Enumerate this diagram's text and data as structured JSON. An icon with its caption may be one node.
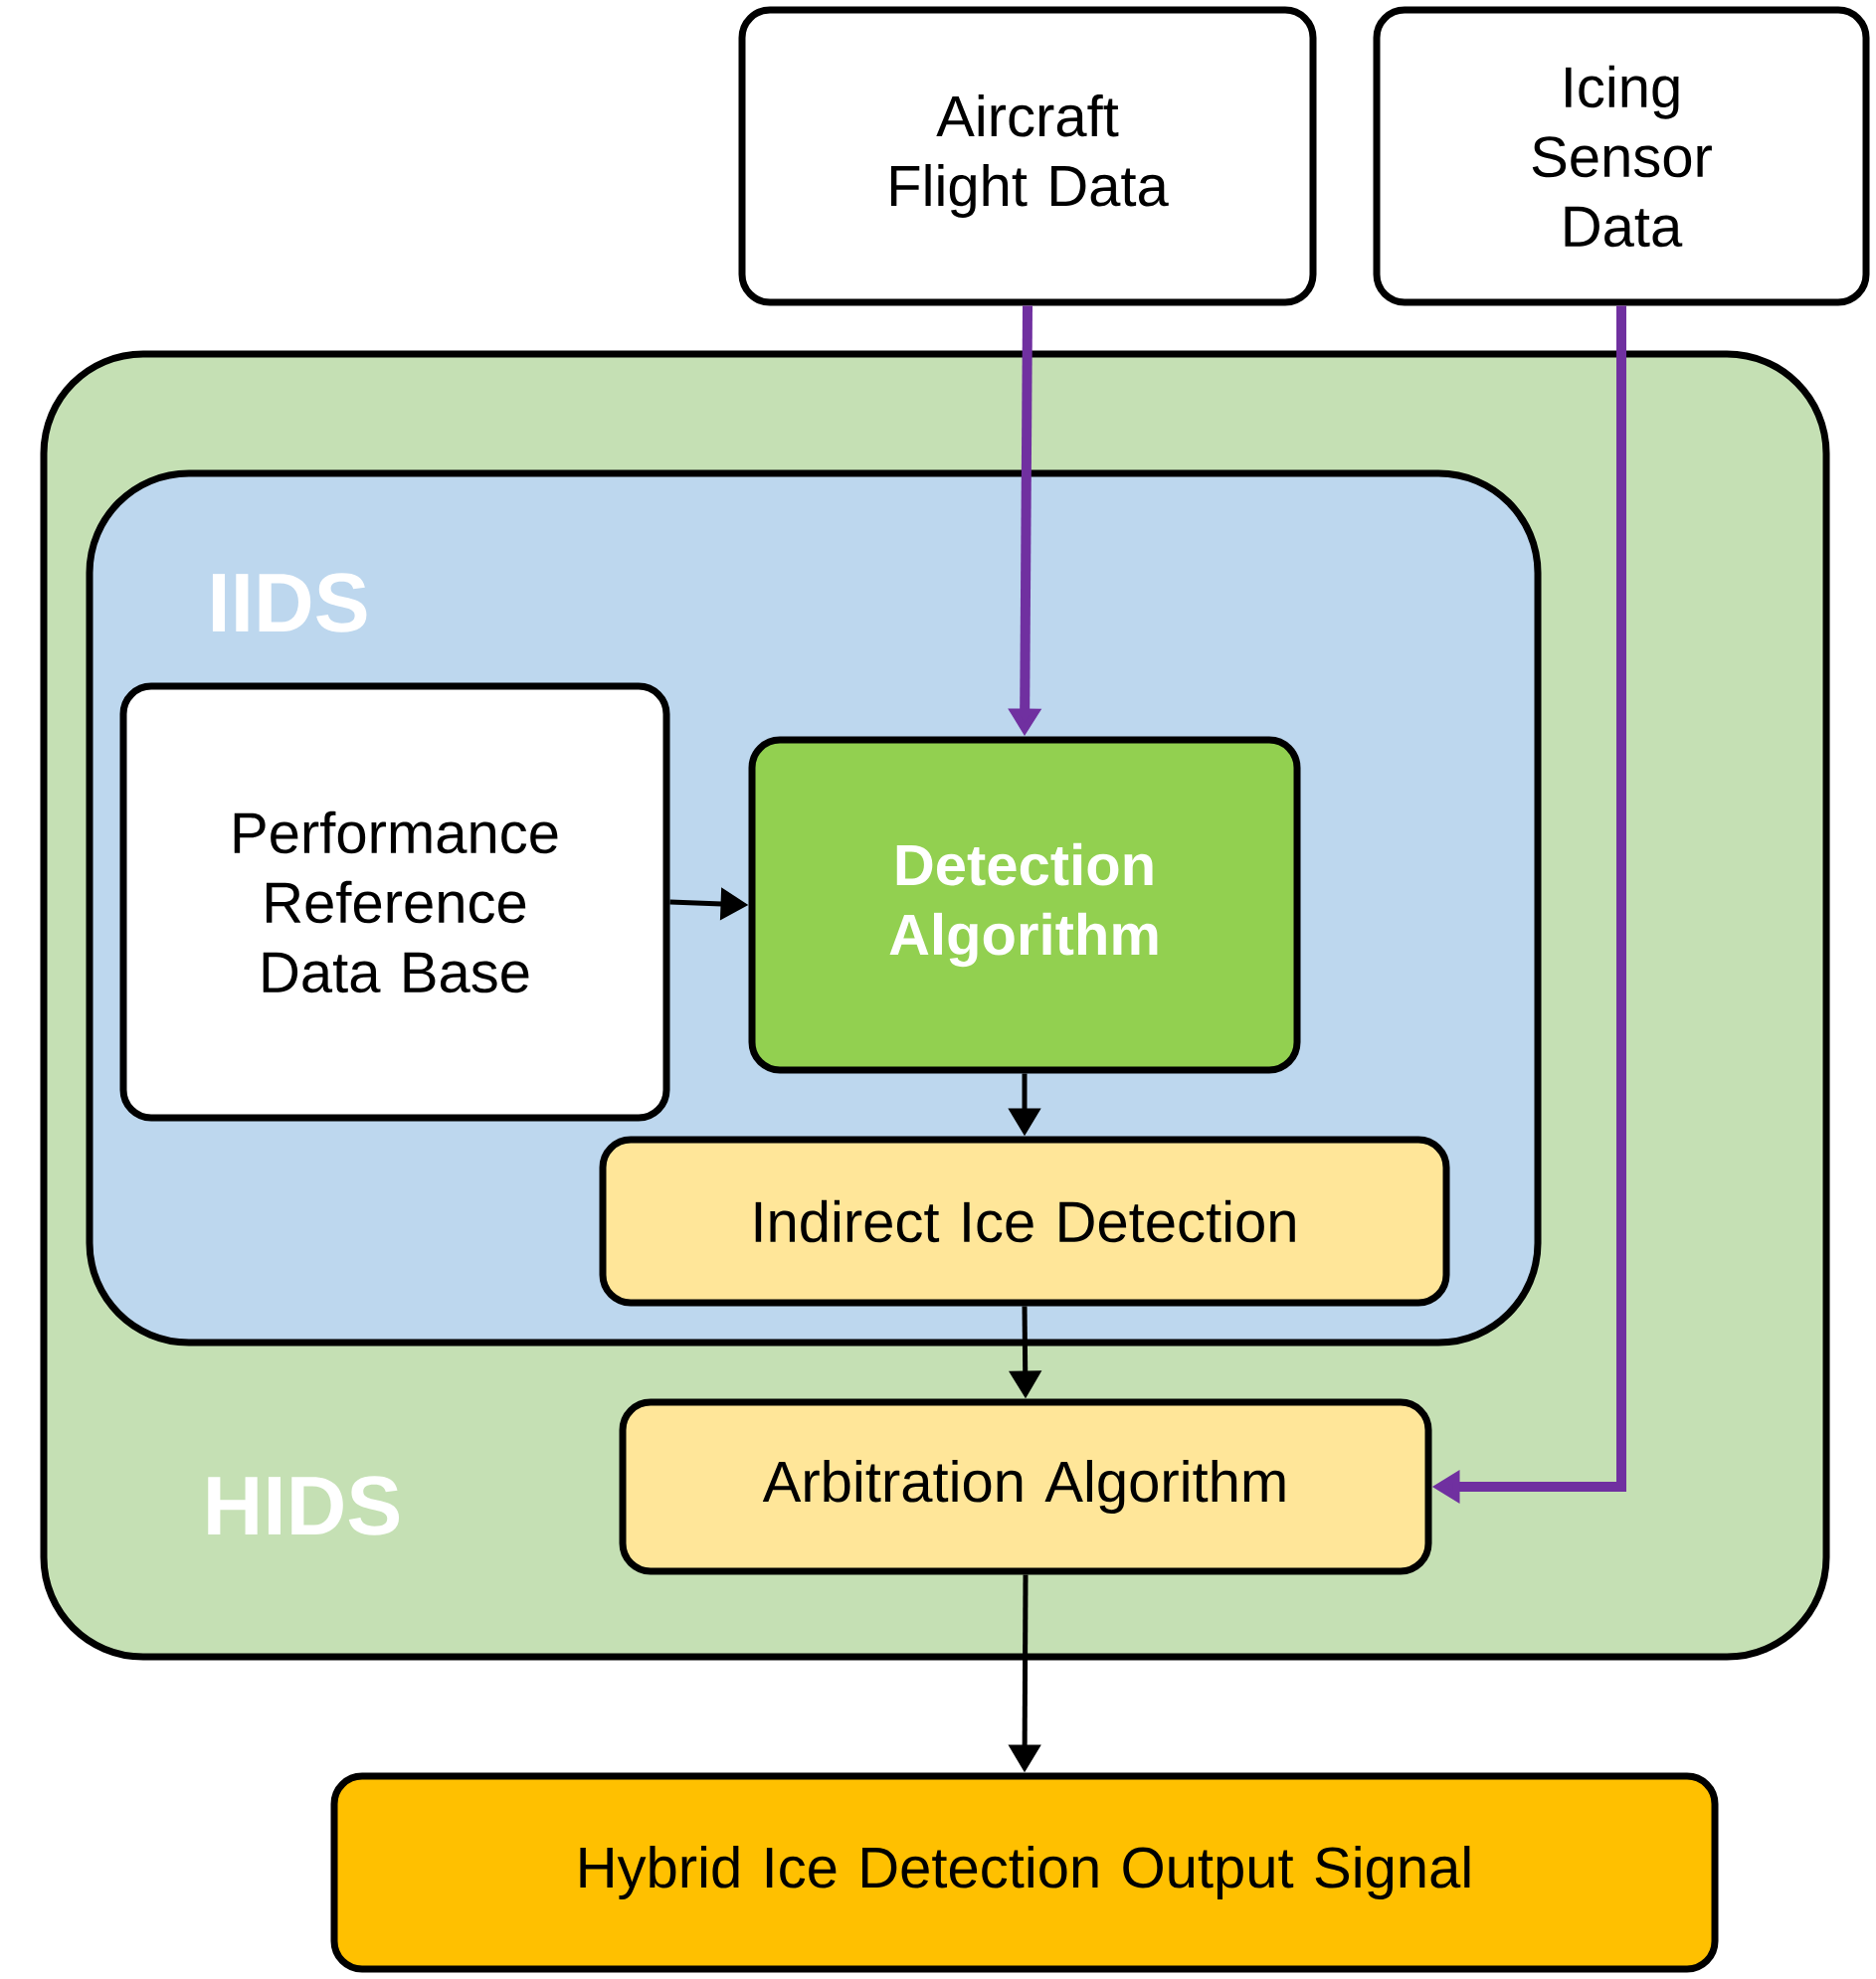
{
  "diagram": {
    "nodes": [
      {
        "text": [
          "Aircraft Flight Data"
        ]
      },
      {
        "text": [
          "Icing Sensor Data"
        ]
      },
      {
        "text": [
          "HIDS"
        ]
      },
      {
        "text": [
          "IIDS"
        ],
        "in": 2
      },
      {
        "text": [
          "Performance Reference Data Base"
        ],
        "in": 3
      },
      {
        "text": [
          "Detection Algorithm"
        ],
        "in": 3
      },
      {
        "text": [
          "Indirect Ice Detection"
        ],
        "in": 3
      },
      {
        "text": [
          "Arbitration Algorithm"
        ],
        "in": 2
      },
      {
        "text": [
          "Hybrid Ice Detection Output Signal"
        ]
      }
    ],
    "edges": [
      {
        "from": 0,
        "to": 5,
        "arrow": "to",
        "style": "thick",
        "color": "#7030a0"
      },
      {
        "from": 1,
        "to": 7,
        "arrow": "to",
        "style": "thick",
        "color": "#7030a0"
      },
      {
        "from": 4,
        "to": 5,
        "arrow": "to"
      },
      {
        "from": 5,
        "to": 6,
        "arrow": "to"
      },
      {
        "from": 6,
        "to": 7,
        "arrow": "to"
      },
      {
        "from": 7,
        "to": 8,
        "arrow": "to"
      }
    ]
  }
}
